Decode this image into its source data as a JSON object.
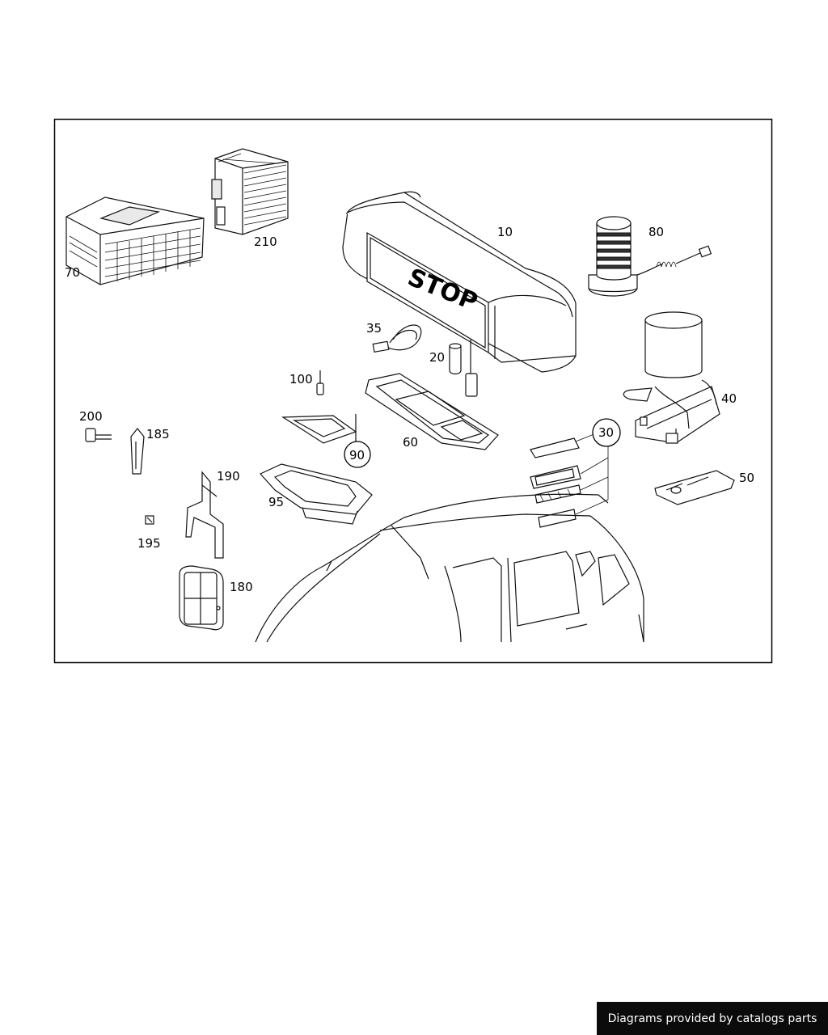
{
  "diagram": {
    "sign_text": "STOP",
    "callouts": [
      {
        "id": "10",
        "label": "10"
      },
      {
        "id": "20",
        "label": "20"
      },
      {
        "id": "30",
        "label": "30"
      },
      {
        "id": "35",
        "label": "35"
      },
      {
        "id": "40",
        "label": "40"
      },
      {
        "id": "50",
        "label": "50"
      },
      {
        "id": "60",
        "label": "60"
      },
      {
        "id": "70",
        "label": "70"
      },
      {
        "id": "80",
        "label": "80"
      },
      {
        "id": "90",
        "label": "90"
      },
      {
        "id": "95",
        "label": "95"
      },
      {
        "id": "100",
        "label": "100"
      },
      {
        "id": "180",
        "label": "180"
      },
      {
        "id": "185",
        "label": "185"
      },
      {
        "id": "190",
        "label": "190"
      },
      {
        "id": "195",
        "label": "195"
      },
      {
        "id": "200",
        "label": "200"
      },
      {
        "id": "210",
        "label": "210"
      }
    ]
  },
  "footer": {
    "credit": "Diagrams provided by catalogs parts"
  }
}
